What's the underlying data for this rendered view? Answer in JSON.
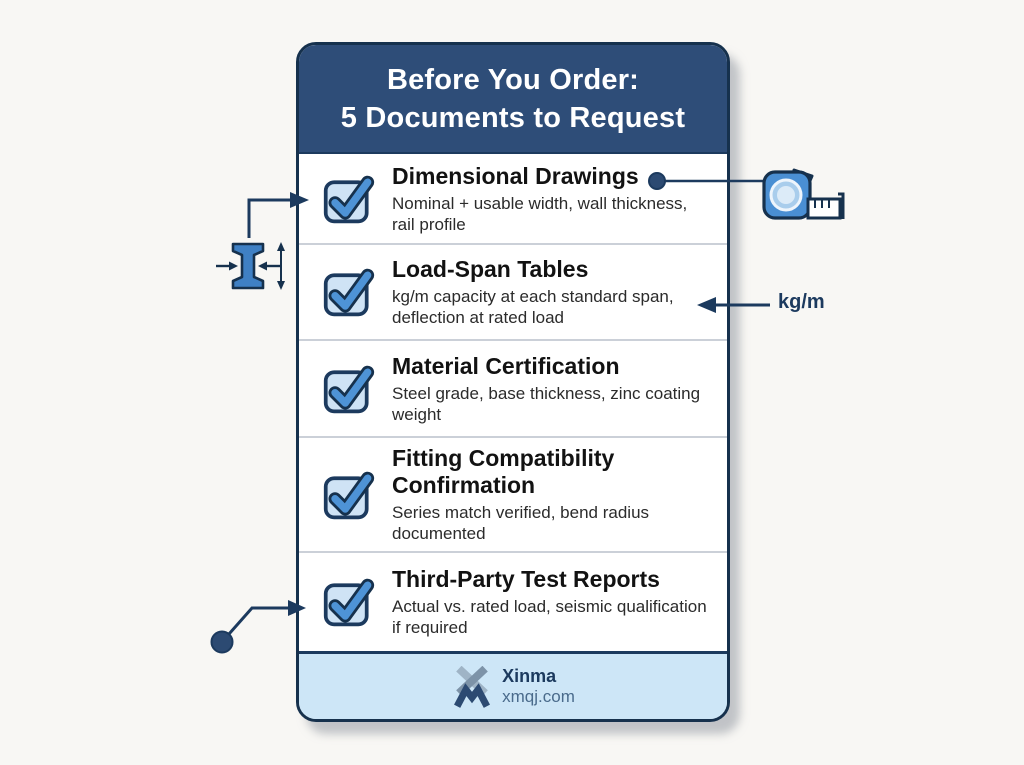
{
  "card": {
    "header": {
      "title_line1": "Before You Order:",
      "title_line2": "5 Documents to Request"
    },
    "items": [
      {
        "title": "Dimensional Drawings",
        "description": "Nominal + usable width, wall thickness, rail profile"
      },
      {
        "title": "Load-Span Tables",
        "description": "kg/m capacity at each standard span, deflection at rated load"
      },
      {
        "title": "Material Certification",
        "description": "Steel grade, base thickness, zinc coating weight"
      },
      {
        "title": "Fitting Compatibility Confirmation",
        "description": "Series match verified, bend radius documented"
      },
      {
        "title": "Third-Party Test Reports",
        "description": "Actual vs. rated load, seismic qualification if required"
      }
    ],
    "footer": {
      "brand": "Xinma",
      "website": "xmqj.com"
    }
  },
  "annotations": {
    "load_label": "kg/m",
    "icons": [
      "checkbox-checked-icon",
      "i-beam-icon",
      "tape-measure-icon",
      "brand-monogram-icon"
    ]
  },
  "colors": {
    "header_bg": "#2e4d78",
    "card_border": "#16314d",
    "accent_blue": "#4e93d6",
    "checkbox_fill": "#cfe3f5",
    "footer_bg": "#cde6f7",
    "divider": "#cbd0d8",
    "annotation_navy": "#1c3a5e",
    "page_bg": "#f8f7f4"
  }
}
